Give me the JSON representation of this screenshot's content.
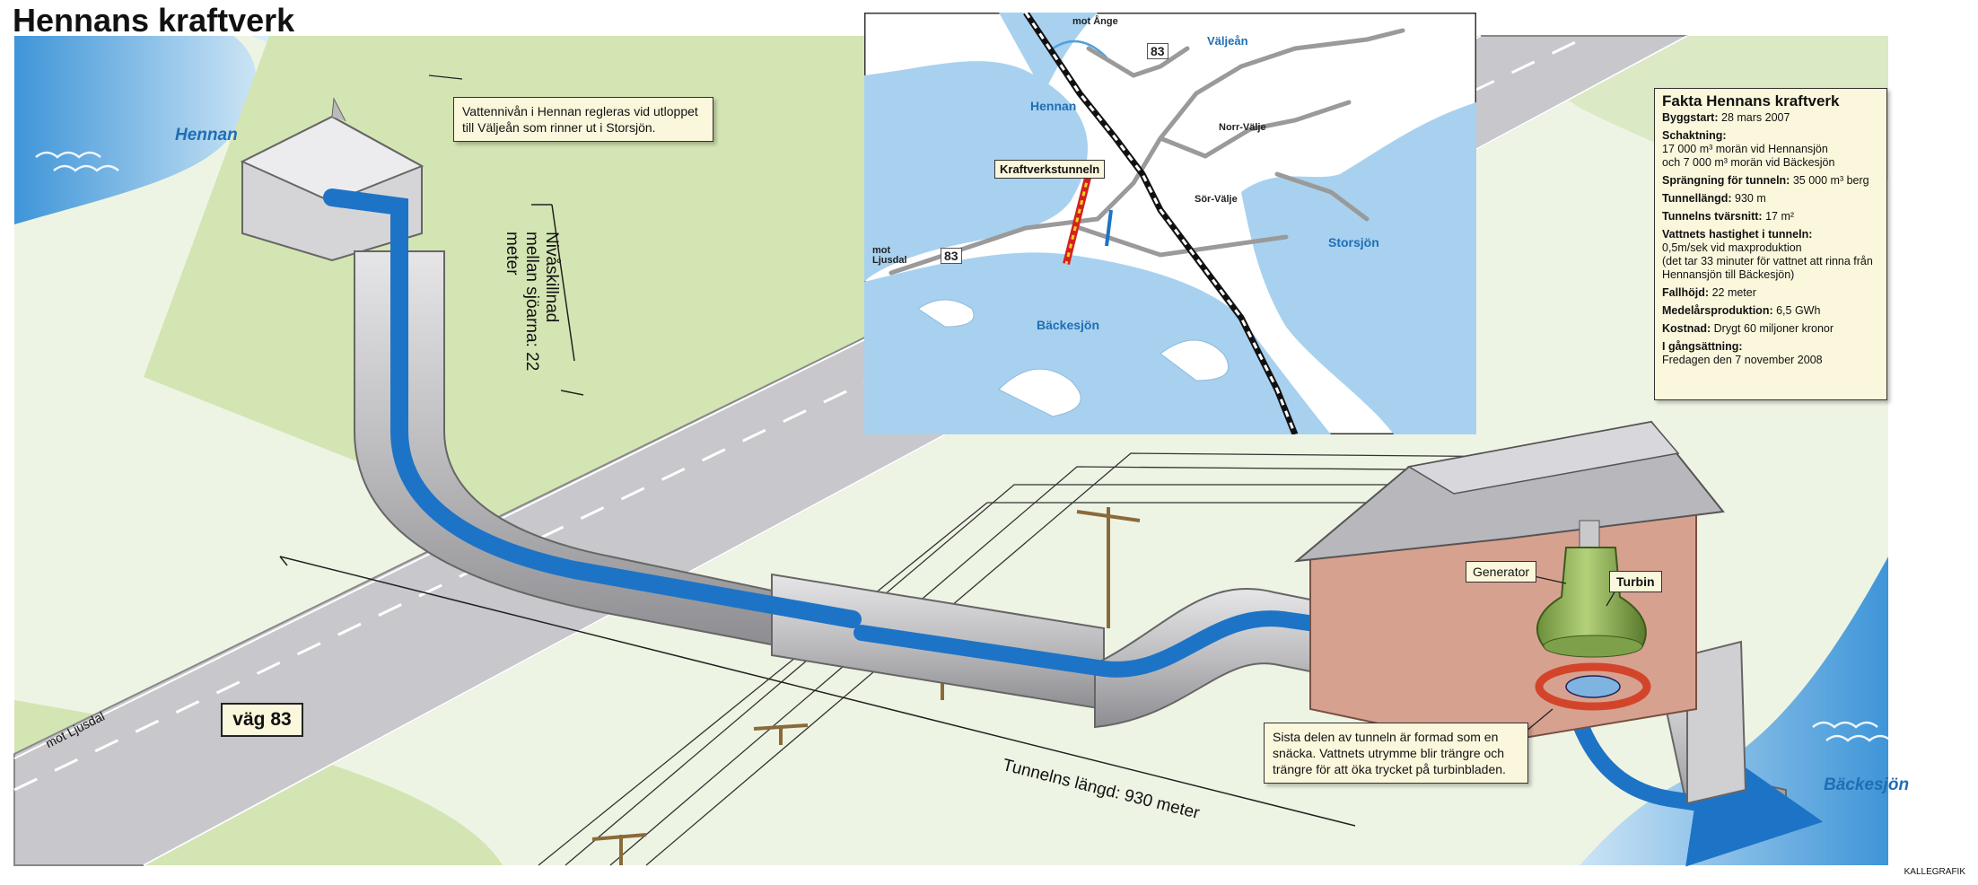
{
  "title": "Hennans kraftverk",
  "labels": {
    "hennan": "Hennan",
    "backesjon": "Bäckesjön",
    "road_sign": "väg 83",
    "mot_ljusdal": "mot Ljusdal",
    "level_diff": "Nivåskillnad mellan sjöarna: 22 meter",
    "tunnel_length": "Tunnelns längd: 930 meter",
    "generator": "Generator",
    "turbin": "Turbin",
    "credit": "KALLEGRAFIK"
  },
  "notes": {
    "water_level": "Vattennivån i Hennan regleras vid utloppet till Väljeån som rinner ut i Storsjön.",
    "snail": "Sista delen av tunneln är formad som en snäcka. Vattnets utrymme blir trängre och trängre för att öka trycket på turbinbladen."
  },
  "map": {
    "mot_ange": "mot Ånge",
    "road_83_top": "83",
    "road_83_left": "83",
    "valjean": "Väljeån",
    "hennan": "Hennan",
    "norr_valje": "Norr-Välje",
    "sor_valje": "Sör-Välje",
    "storsjon": "Storsjön",
    "backesjon": "Bäckesjön",
    "mot_ljusdal": "mot Ljusdal",
    "tunnel_label": "Kraftverkstunneln"
  },
  "facts": {
    "heading": "Fakta Hennans kraftverk",
    "byggstart_k": "Byggstart:",
    "byggstart_v": "28 mars 2007",
    "schakt_k": "Schaktning:",
    "schakt_v1": "17 000 m³ morän vid Hennansjön",
    "schakt_v2": "och 7 000 m³ morän vid Bäckesjön",
    "spr_k": "Sprängning för tunneln:",
    "spr_v": "35 000 m³ berg",
    "tl_k": "Tunnellängd:",
    "tl_v": "930 m",
    "tv_k": "Tunnelns tvärsnitt:",
    "tv_v": "17 m²",
    "vh_k": "Vattnets hastighet i tunneln:",
    "vh_v1": "0,5m/sek vid maxproduktion",
    "vh_v2": "(det tar 33 minuter för vattnet att rinna från Hennansjön till Bäckesjön)",
    "fh_k": "Fallhöjd:",
    "fh_v": "22 meter",
    "mp_k": "Medelårsproduktion:",
    "mp_v": "6,5 GWh",
    "ko_k": "Kostnad:",
    "ko_v": "Drygt 60 miljoner kronor",
    "ig_k": "I gångsättning:",
    "ig_v": "Fredagen den 7 november 2008"
  },
  "colors": {
    "water": "#6ab4e4",
    "grass": "#d5e6b8",
    "tunnel": "#c9c9cb",
    "flow": "#1d74c6",
    "house": "#d7a190",
    "generator": "#8fb25a"
  }
}
